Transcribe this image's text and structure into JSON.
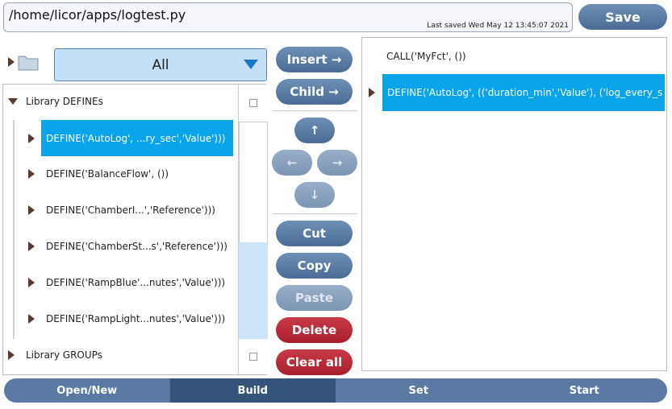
{
  "header": {
    "file_path": "/home/licor/apps/logtest.py",
    "last_saved": "Last saved Wed May 12 13:45:07 2021",
    "save_label": "Save"
  },
  "library": {
    "filter_selected": "All",
    "groups": [
      {
        "label": "Library DEFINEs",
        "expanded": true,
        "items": [
          {
            "label": "DEFINE('AutoLog', ...ry_sec','Value')))",
            "selected": true
          },
          {
            "label": "DEFINE('BalanceFlow', ())",
            "selected": false
          },
          {
            "label": "DEFINE('ChamberI...','Reference')))",
            "selected": false
          },
          {
            "label": "DEFINE('ChamberSt...s','Reference')))",
            "selected": false
          },
          {
            "label": "DEFINE('RampBlue'...nutes','Value')))",
            "selected": false
          },
          {
            "label": "DEFINE('RampLight...nutes','Value')))",
            "selected": false
          }
        ]
      },
      {
        "label": "Library GROUPs",
        "expanded": false,
        "items": []
      }
    ]
  },
  "actions": {
    "insert_label": "Insert →",
    "child_label": "Child →",
    "up_label": "↑",
    "left_label": "←",
    "right_label": "→",
    "down_label": "↓",
    "cut_label": "Cut",
    "copy_label": "Copy",
    "paste_label": "Paste",
    "delete_label": "Delete",
    "clear_all_label": "Clear all"
  },
  "program": {
    "items": [
      {
        "label": "CALL('MyFct', ())",
        "selected": false,
        "has_children": false
      },
      {
        "label": "DEFINE('AutoLog', (('duration_min','Value'), ('log_every_s",
        "selected": true,
        "has_children": true
      }
    ]
  },
  "tabs": [
    {
      "label": "Open/New",
      "active": false
    },
    {
      "label": "Build",
      "active": true
    },
    {
      "label": "Set",
      "active": false
    },
    {
      "label": "Start",
      "active": false
    }
  ],
  "colors": {
    "selection": "#0aa4ea",
    "button_blue": "#4a6c95",
    "button_red": "#a81e2d",
    "tab_active": "#35547c"
  }
}
